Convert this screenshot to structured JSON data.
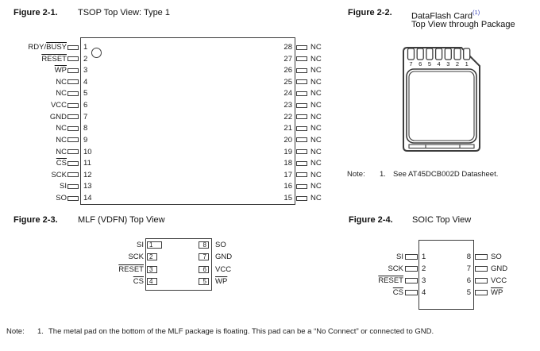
{
  "figure1": {
    "label": "Figure 2-1.",
    "title": "TSOP Top View: Type 1",
    "left_pins": [
      {
        "num": "1",
        "segs": [
          {
            "t": "RDY/"
          },
          {
            "t": "BUSY",
            "ov": true
          }
        ]
      },
      {
        "num": "2",
        "segs": [
          {
            "t": "RESET",
            "ov": true
          }
        ]
      },
      {
        "num": "3",
        "segs": [
          {
            "t": "WP",
            "ov": true
          }
        ]
      },
      {
        "num": "4",
        "segs": [
          {
            "t": "NC"
          }
        ]
      },
      {
        "num": "5",
        "segs": [
          {
            "t": "NC"
          }
        ]
      },
      {
        "num": "6",
        "segs": [
          {
            "t": "VCC"
          }
        ]
      },
      {
        "num": "7",
        "segs": [
          {
            "t": "GND"
          }
        ]
      },
      {
        "num": "8",
        "segs": [
          {
            "t": "NC"
          }
        ]
      },
      {
        "num": "9",
        "segs": [
          {
            "t": "NC"
          }
        ]
      },
      {
        "num": "10",
        "segs": [
          {
            "t": "NC"
          }
        ]
      },
      {
        "num": "11",
        "segs": [
          {
            "t": "CS",
            "ov": true
          }
        ]
      },
      {
        "num": "12",
        "segs": [
          {
            "t": "SCK"
          }
        ]
      },
      {
        "num": "13",
        "segs": [
          {
            "t": "SI"
          }
        ]
      },
      {
        "num": "14",
        "segs": [
          {
            "t": "SO"
          }
        ]
      }
    ],
    "right_pins": [
      {
        "num": "28",
        "segs": [
          {
            "t": "NC"
          }
        ]
      },
      {
        "num": "27",
        "segs": [
          {
            "t": "NC"
          }
        ]
      },
      {
        "num": "26",
        "segs": [
          {
            "t": "NC"
          }
        ]
      },
      {
        "num": "25",
        "segs": [
          {
            "t": "NC"
          }
        ]
      },
      {
        "num": "24",
        "segs": [
          {
            "t": "NC"
          }
        ]
      },
      {
        "num": "23",
        "segs": [
          {
            "t": "NC"
          }
        ]
      },
      {
        "num": "22",
        "segs": [
          {
            "t": "NC"
          }
        ]
      },
      {
        "num": "21",
        "segs": [
          {
            "t": "NC"
          }
        ]
      },
      {
        "num": "20",
        "segs": [
          {
            "t": "NC"
          }
        ]
      },
      {
        "num": "19",
        "segs": [
          {
            "t": "NC"
          }
        ]
      },
      {
        "num": "18",
        "segs": [
          {
            "t": "NC"
          }
        ]
      },
      {
        "num": "17",
        "segs": [
          {
            "t": "NC"
          }
        ]
      },
      {
        "num": "16",
        "segs": [
          {
            "t": "NC"
          }
        ]
      },
      {
        "num": "15",
        "segs": [
          {
            "t": "NC"
          }
        ]
      }
    ]
  },
  "figure2": {
    "label": "Figure 2-2.",
    "title": "DataFlash Card",
    "title_sup": "(1)",
    "title_line2": "Top View through Package",
    "pad_numbers": [
      "7",
      "6",
      "5",
      "4",
      "3",
      "2",
      "1"
    ],
    "note": {
      "label": "Note:",
      "num": "1.",
      "text": "See AT45DCB002D Datasheet."
    }
  },
  "figure3": {
    "label": "Figure 2-3.",
    "title": "MLF (VDFN) Top View",
    "left_pins": [
      {
        "num": "1",
        "segs": [
          {
            "t": "SI"
          }
        ]
      },
      {
        "num": "2",
        "segs": [
          {
            "t": "SCK"
          }
        ]
      },
      {
        "num": "3",
        "segs": [
          {
            "t": "RESET",
            "ov": true
          }
        ]
      },
      {
        "num": "4",
        "segs": [
          {
            "t": "CS",
            "ov": true
          }
        ]
      }
    ],
    "right_pins": [
      {
        "num": "8",
        "segs": [
          {
            "t": "SO"
          }
        ]
      },
      {
        "num": "7",
        "segs": [
          {
            "t": "GND"
          }
        ]
      },
      {
        "num": "6",
        "segs": [
          {
            "t": "VCC"
          }
        ]
      },
      {
        "num": "5",
        "segs": [
          {
            "t": "WP",
            "ov": true
          }
        ]
      }
    ]
  },
  "figure4": {
    "label": "Figure 2-4.",
    "title": "SOIC Top View",
    "left_pins": [
      {
        "num": "1",
        "segs": [
          {
            "t": "SI"
          }
        ]
      },
      {
        "num": "2",
        "segs": [
          {
            "t": "SCK"
          }
        ]
      },
      {
        "num": "3",
        "segs": [
          {
            "t": "RESET",
            "ov": true
          }
        ]
      },
      {
        "num": "4",
        "segs": [
          {
            "t": "CS",
            "ov": true
          }
        ]
      }
    ],
    "right_pins": [
      {
        "num": "8",
        "segs": [
          {
            "t": "SO"
          }
        ]
      },
      {
        "num": "7",
        "segs": [
          {
            "t": "GND"
          }
        ]
      },
      {
        "num": "6",
        "segs": [
          {
            "t": "VCC"
          }
        ]
      },
      {
        "num": "5",
        "segs": [
          {
            "t": "WP",
            "ov": true
          }
        ]
      }
    ]
  },
  "footer_note": {
    "label": "Note:",
    "num": "1.",
    "text": "The metal pad on the bottom of the MLF package is floating. This pad can be a “No Connect” or connected to GND."
  },
  "colors": {
    "line": "#3c3c3c",
    "text": "#1b1b1b",
    "sup_blue": "#3b45bb"
  }
}
